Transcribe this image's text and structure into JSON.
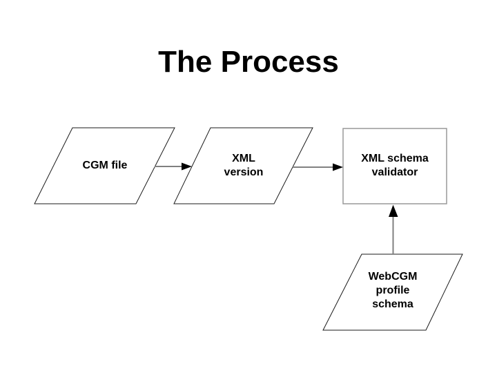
{
  "slide": {
    "title": "The Process",
    "background_color": "#ffffff",
    "title_color": "#000000"
  },
  "diagram": {
    "style": {
      "parallelogram_border_color": "#1a1a1a",
      "rectangle_border_color": "#999999",
      "arrow_line_color": "#808080",
      "arrow_head_color": "#000000",
      "shape_fill_color": "#ffffff",
      "label_color": "#000000"
    },
    "nodes": [
      {
        "id": "cgm-file",
        "shape": "parallelogram",
        "lines": [
          "CGM file"
        ]
      },
      {
        "id": "xml-version",
        "shape": "parallelogram",
        "lines": [
          "XML",
          "version"
        ]
      },
      {
        "id": "xml-schema-validator",
        "shape": "rectangle",
        "lines": [
          "XML schema",
          "validator"
        ]
      },
      {
        "id": "webcgm-profile-schema",
        "shape": "parallelogram",
        "lines": [
          "WebCGM",
          "profile",
          "schema"
        ]
      }
    ],
    "edges": [
      {
        "from": "CGM file",
        "to": "XML version"
      },
      {
        "from": "XML version",
        "to": "XML schema validator"
      },
      {
        "from": "WebCGM profile schema",
        "to": "XML schema validator"
      }
    ]
  }
}
